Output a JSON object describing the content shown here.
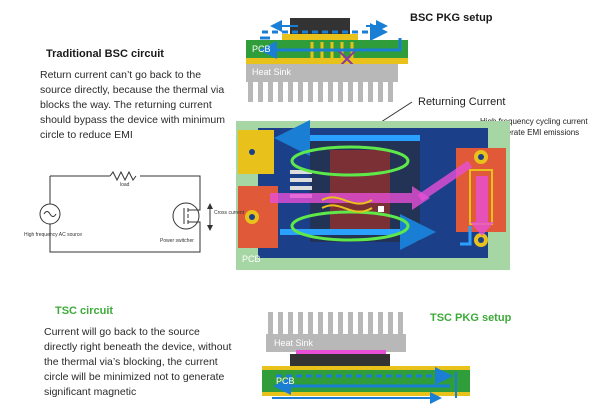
{
  "traditional_bsc": {
    "title": "Traditional BSC circuit",
    "description": "Return current can’t go back to the source directly, because the thermal via blocks the way. The returning current should bypass the device with minimum circle to reduce EMI"
  },
  "bsc_pkg": {
    "title": "BSC PKG setup",
    "pcb_label": "PCB",
    "heatsink_label": "Heat Sink"
  },
  "layout_view": {
    "returning_label": "Returning Current",
    "hf_note": "High frequency cycling current will generate EMI emissions",
    "pcb_label": "PCB"
  },
  "schematic": {
    "load_label": "load",
    "source_label": "High frequency AC source",
    "switch_label": "Power switcher",
    "cross_label": "Cross current"
  },
  "tsc": {
    "title": "TSC circuit",
    "description": "Current will go back to the source directly right beneath the device, without the thermal via’s blocking, the current circle will be minimized not to generate significant magnetic"
  },
  "tsc_pkg": {
    "title": "TSC PKG setup",
    "heatsink_label": "Heat Sink",
    "pcb_label": "PCB"
  },
  "colors": {
    "pcb_green": "#2f9e3a",
    "copper_yellow": "#e8c21a",
    "current_blue": "#1a7fd4",
    "heatsink_gray": "#b8b8b8",
    "die_red": "#c0392b",
    "arrow_magenta": "#e64fd6",
    "loop_green": "#5ee84a"
  }
}
